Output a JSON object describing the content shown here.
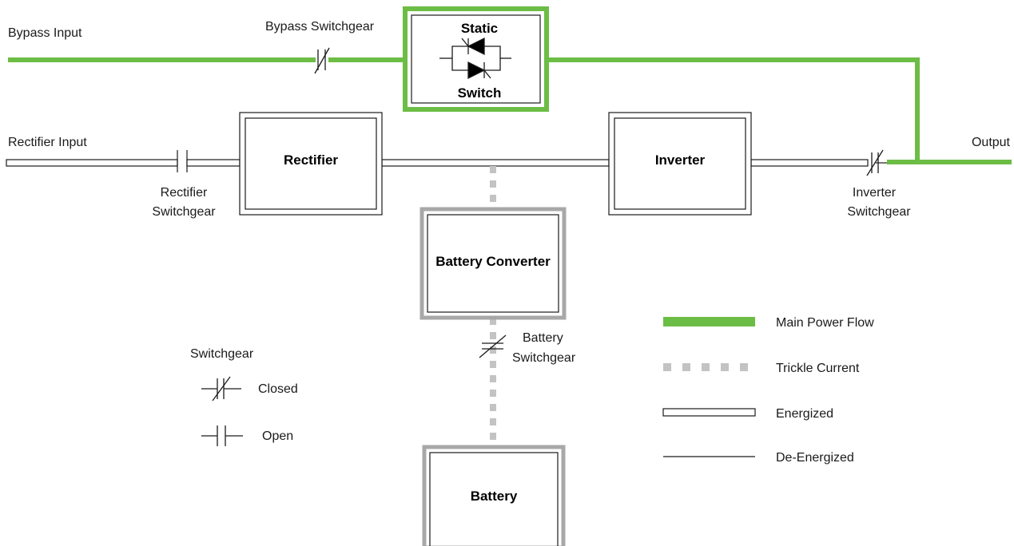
{
  "colors": {
    "main_power": "#6cbd45",
    "trickle": "#c3c3c3",
    "line": "#1a1a1a",
    "battery_border": "#a8a8a8"
  },
  "labels": {
    "bypass_input": "Bypass Input",
    "bypass_switchgear": "Bypass Switchgear",
    "rectifier_input": "Rectifier Input",
    "rectifier_switchgear_1": "Rectifier",
    "rectifier_switchgear_2": "Switchgear",
    "inverter_switchgear_1": "Inverter",
    "inverter_switchgear_2": "Switchgear",
    "output": "Output",
    "battery_switchgear_1": "Battery",
    "battery_switchgear_2": "Switchgear"
  },
  "blocks": {
    "static_switch_top": "Static",
    "static_switch_bottom": "Switch",
    "rectifier": "Rectifier",
    "inverter": "Inverter",
    "battery_converter": "Battery Converter",
    "battery": "Battery"
  },
  "switchgear_legend": {
    "title": "Switchgear",
    "closed": "Closed",
    "open": "Open"
  },
  "flow_legend": {
    "main_power_flow": "Main Power Flow",
    "trickle_current": "Trickle Current",
    "energized": "Energized",
    "de_energized": "De-Energized"
  }
}
